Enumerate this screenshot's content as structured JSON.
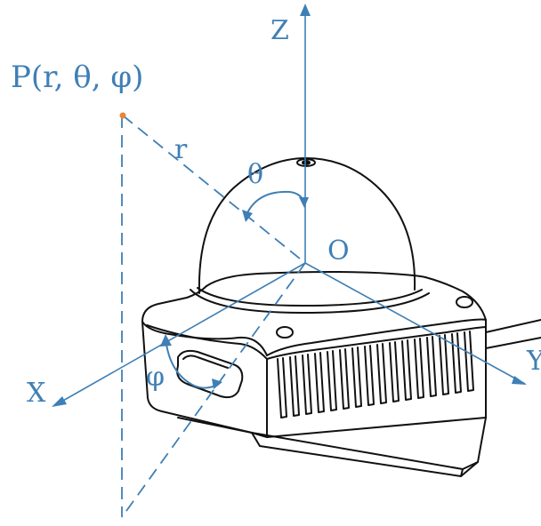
{
  "colors": {
    "axis": "#3f7fb5",
    "label": "#3f7fb5",
    "device_outline": "#111111",
    "point": "#e8843a",
    "background": "#ffffff"
  },
  "labels": {
    "point": "P(r, θ, φ)",
    "z_axis": "Z",
    "x_axis": "X",
    "y_axis": "Y",
    "origin": "O",
    "radius": "r",
    "polar_angle": "θ",
    "azimuth_angle": "φ"
  },
  "icons": {
    "device": "dome-camera-icon",
    "point_marker": "point-dot-icon"
  }
}
